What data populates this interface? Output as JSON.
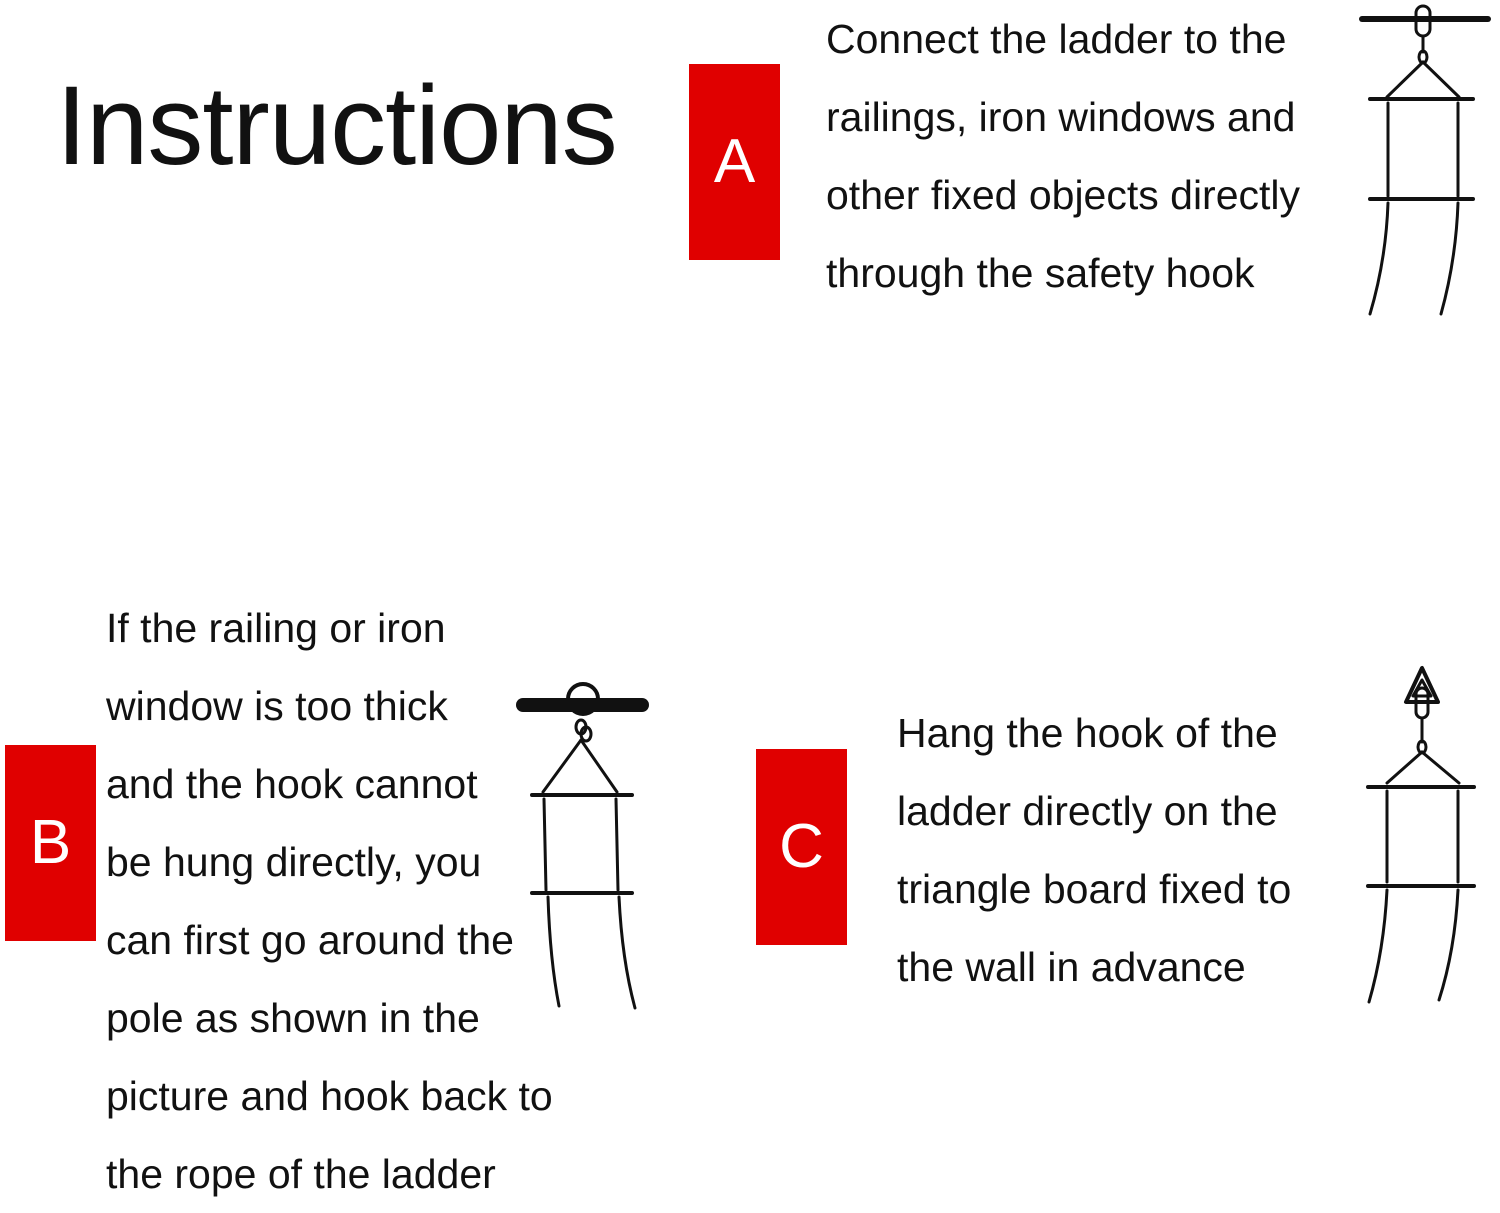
{
  "title": "Instructions",
  "accent_color": "#e00000",
  "steps": [
    {
      "letter": "A",
      "lines": [
        "Connect the ladder to the",
        "railings, iron windows and",
        "other fixed objects directly",
        "through the safety hook"
      ],
      "illustration": "ladder-hook-on-thin-bar-icon"
    },
    {
      "letter": "B",
      "lines": [
        "If the railing or iron",
        "window is too thick",
        "and the hook cannot",
        "be hung directly, you",
        "can first go around the",
        "pole as shown in the",
        "picture and hook back to",
        "the rope of the ladder"
      ],
      "illustration": "ladder-loop-around-thick-pole-icon"
    },
    {
      "letter": "C",
      "lines": [
        "Hang the hook of the",
        "ladder directly on the",
        "triangle board fixed to",
        "the wall in advance"
      ],
      "illustration": "ladder-hook-on-triangle-board-icon"
    }
  ]
}
